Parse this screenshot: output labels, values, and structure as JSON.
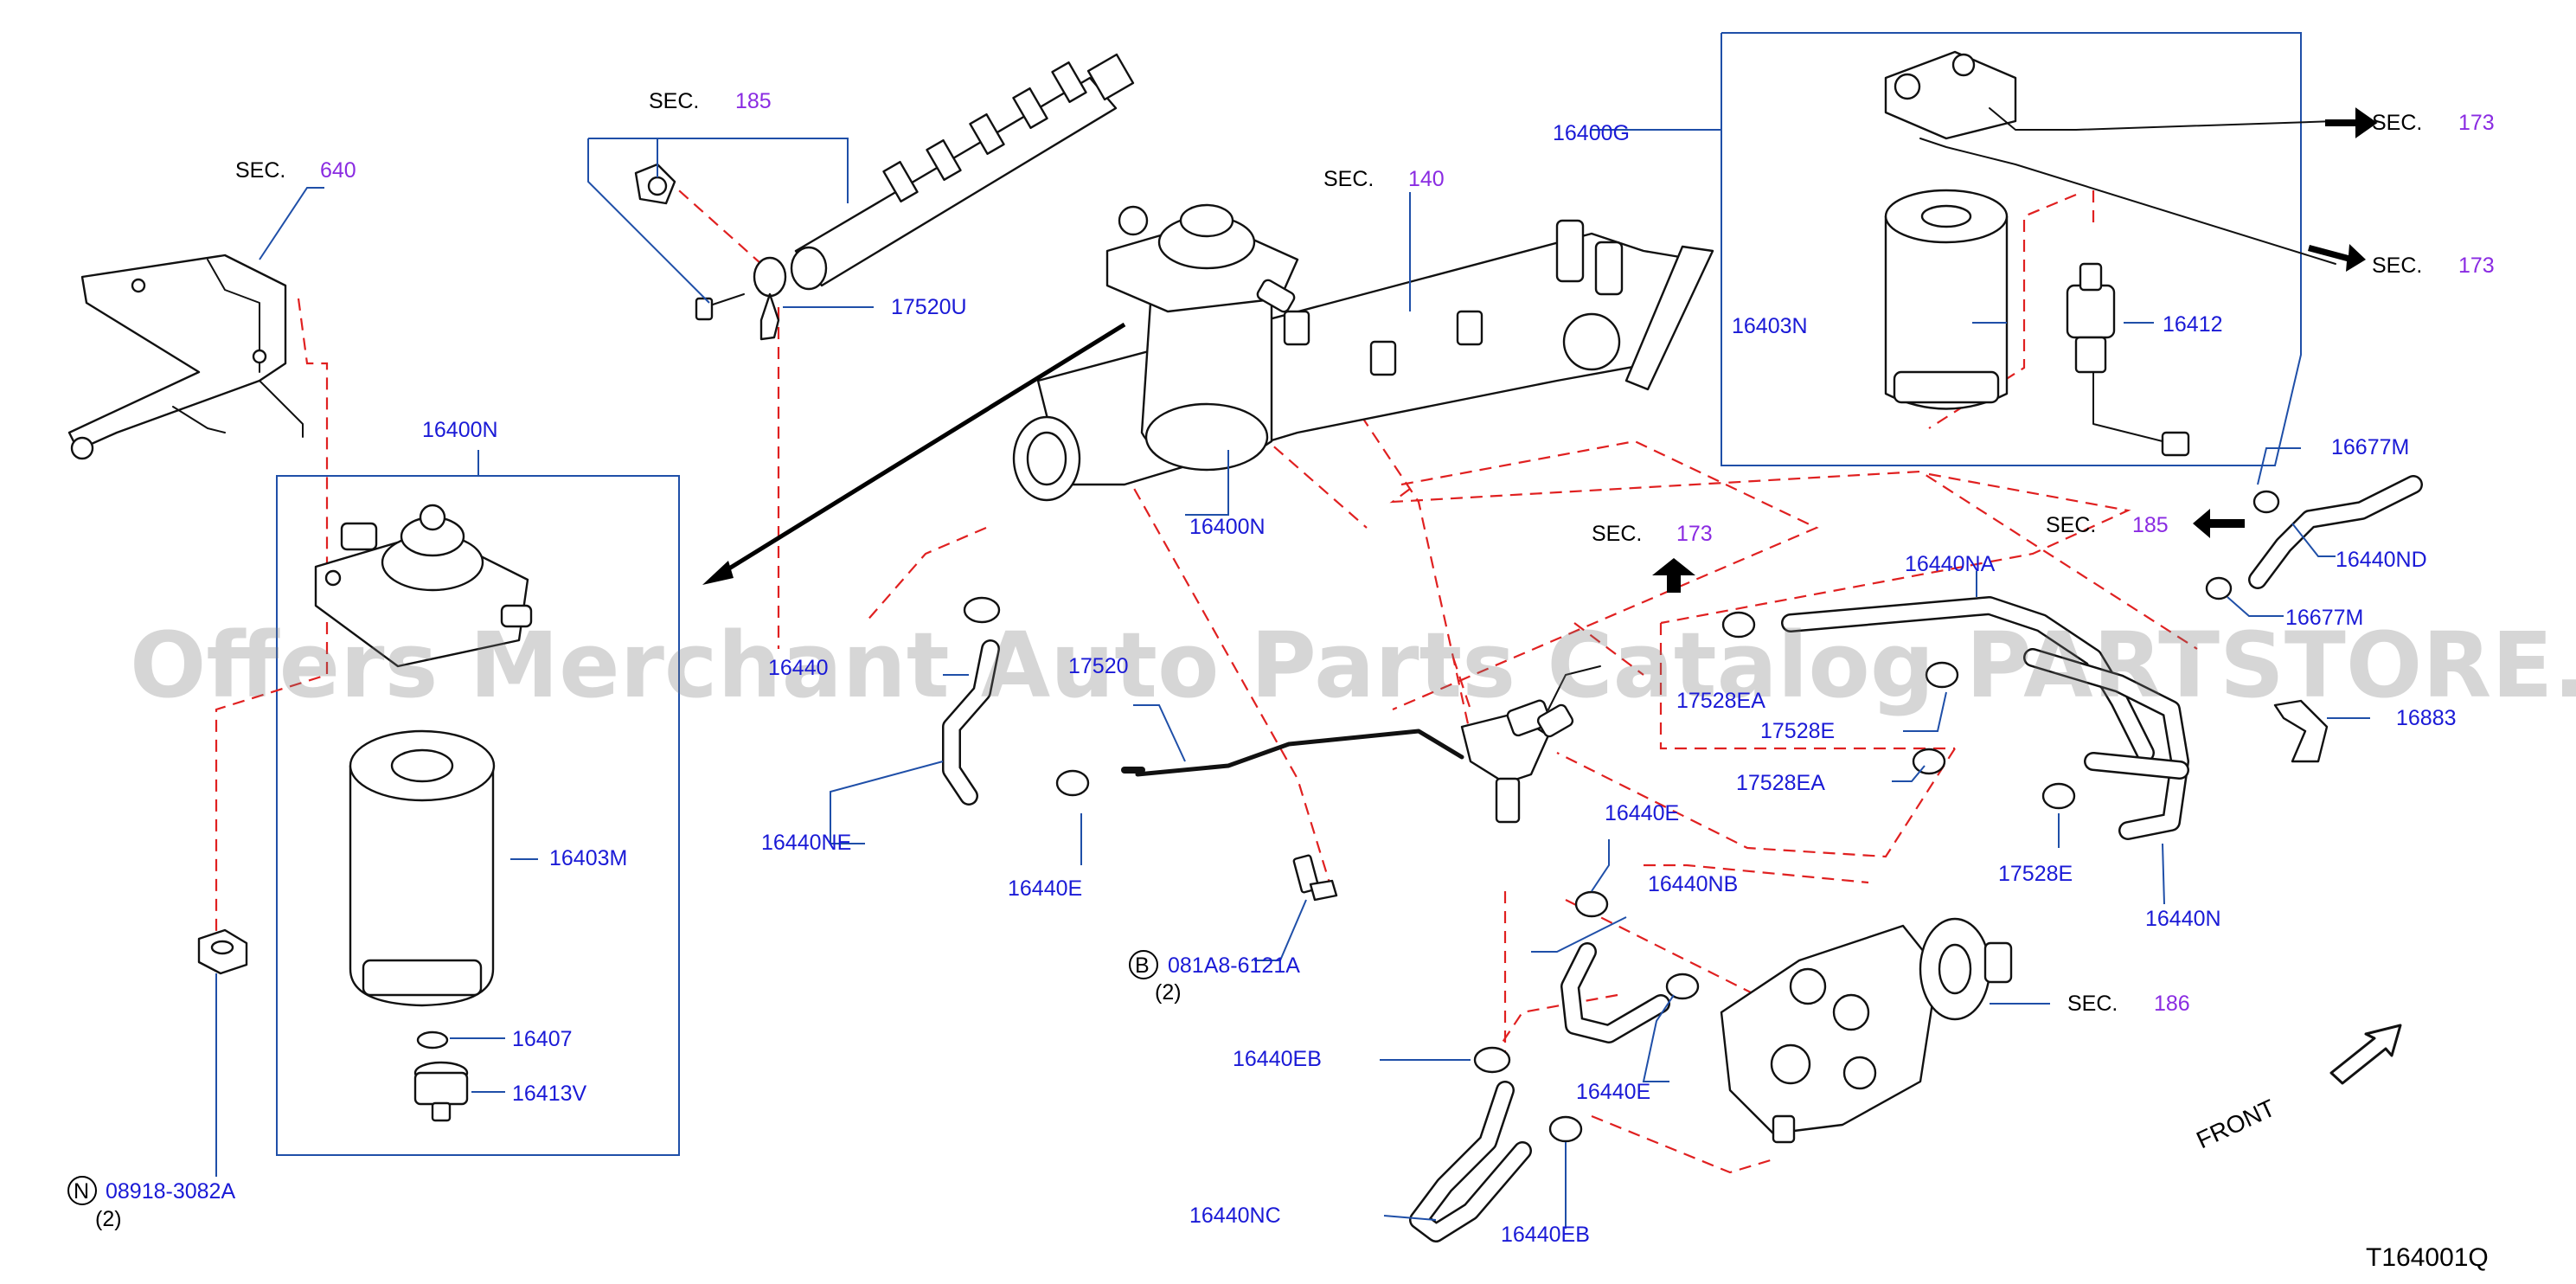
{
  "diagram_code": "T164001Q",
  "watermark": "Offers Merchant Auto Parts Catalog PARTSTORE.SA",
  "front_label": "FRONT",
  "sec_prefix": "SEC.",
  "sections": {
    "s185_top": "185",
    "s640": "640",
    "s140": "140",
    "s173_a": "173",
    "s173_b": "173",
    "s173_c": "173",
    "s185_right": "185",
    "s186": "186"
  },
  "parts": {
    "p16400G": "16400G",
    "p17520U": "17520U",
    "p16400N_box": "16400N",
    "p16400N_center": "16400N",
    "p16403N": "16403N",
    "p16412": "16412",
    "p16677M_a": "16677M",
    "p16440ND": "16440ND",
    "p16677M_b": "16677M",
    "p16440NA": "16440NA",
    "p17528E_a": "17528E",
    "p17528EA_a": "17528EA",
    "p17528EA_b": "17528EA",
    "p16883": "16883",
    "p17528E_b": "17528E",
    "p16440N": "16440N",
    "p16440E_a": "16440E",
    "p16440NB": "16440NB",
    "p16440E_b": "16440E",
    "p16440E_c": "16440E",
    "p16440NE": "16440NE",
    "p16403M": "16403M",
    "p16407": "16407",
    "p16413V": "16413V",
    "p16440_left": "16440",
    "p17520_mid": "17520",
    "p16440EB_a": "16440EB",
    "p16440EB_b": "16440EB",
    "p16440NC": "16440NC"
  },
  "fasteners": {
    "bolt": {
      "prefix": "B",
      "number": "081A8-6121A",
      "qty": "(2)"
    },
    "nut": {
      "prefix": "N",
      "number": "08918-3082A",
      "qty": "(2)"
    }
  }
}
